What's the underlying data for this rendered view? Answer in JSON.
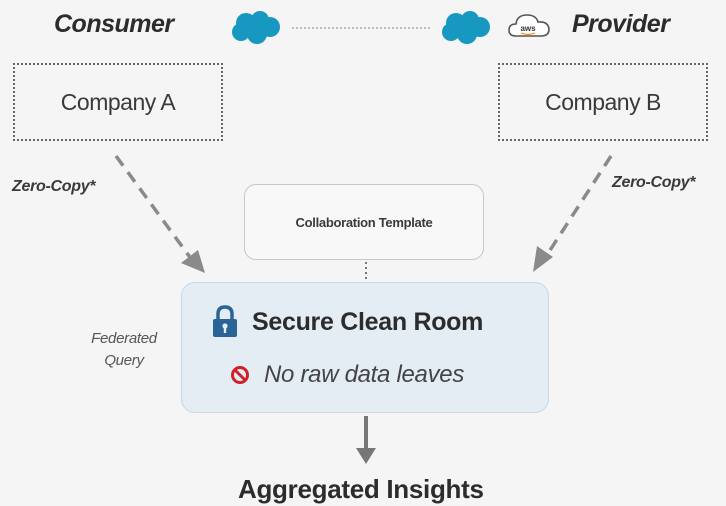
{
  "consumer_label": "Consumer",
  "provider_label": "Provider",
  "company_a": "Company A",
  "company_b": "Company B",
  "zero_copy_left": "Zero-Copy*",
  "zero_copy_right": "Zero-Copy*",
  "template_label": "Collaboration Template",
  "room_title": "Secure Clean Room",
  "room_subtitle": "No raw data leaves",
  "federated_query_line1": "Federated",
  "federated_query_line2": "Query",
  "output_label": "Aggregated Insights",
  "aws_logo_text": "aws",
  "icons": {
    "cloud_left": "salesforce-cloud-icon",
    "cloud_right": "salesforce-cloud-icon",
    "aws": "aws-cloud-icon",
    "lock": "lock-icon",
    "no_entry": "prohibited-icon"
  },
  "colors": {
    "salesforce_blue": "#1798c1",
    "lock_blue": "#2a6496",
    "prohibited_red": "#d0212b",
    "room_fill": "#e4ecf4",
    "arrow_gray": "#8a8a8a"
  }
}
